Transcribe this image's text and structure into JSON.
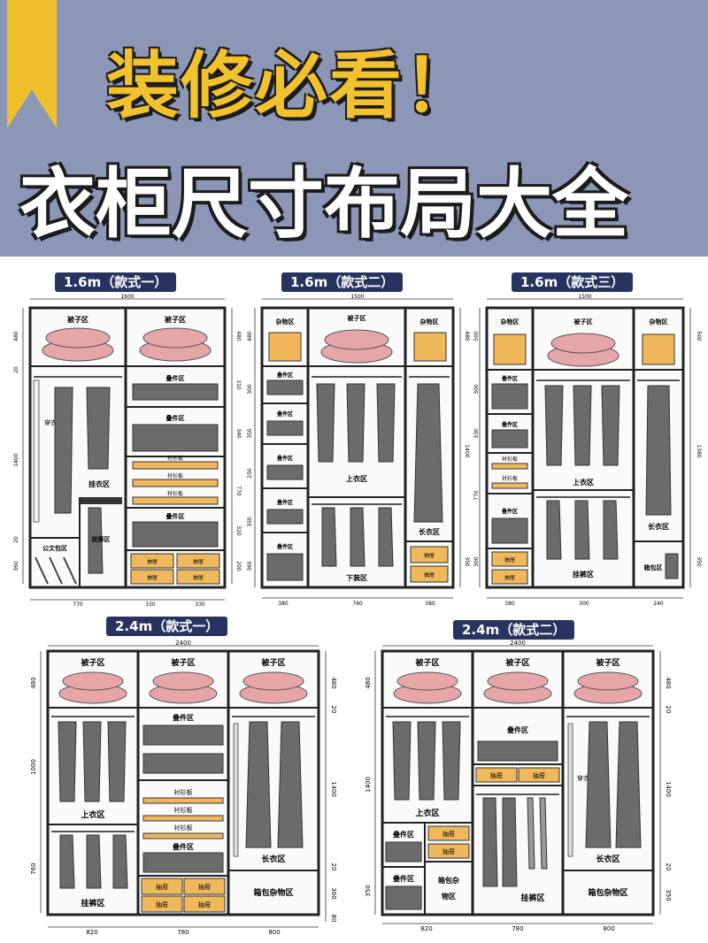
{
  "header": {
    "headline": "装修必看！",
    "subheadline": "衣柜尺寸布局大全",
    "colors": {
      "background": "#8c97b7",
      "accent": "#efc02c"
    }
  },
  "w1": {
    "tag": "1.6m（款式一）",
    "width": "1600",
    "heights": [
      "480",
      "20",
      "1400",
      "20",
      "360"
    ],
    "right_heights": [
      "480",
      "310",
      "340",
      "770",
      "320",
      "200"
    ],
    "bottom": [
      "770",
      "330",
      "330"
    ],
    "quilt_l": "被子区",
    "quilt_r": "被子区",
    "mirror": "穿衣镜",
    "hang": "挂衣区",
    "pants": "挂裤区",
    "bag": "公文包区",
    "fold1": "叠件区",
    "fold2": "叠件区",
    "fold3": "叠件区",
    "shirt1": "衬衫板",
    "shirt2": "衬衫板",
    "shirt3": "衬衫板",
    "drawers": [
      "抽屉",
      "抽屉",
      "抽屉",
      "抽屉"
    ]
  },
  "w2": {
    "tag": "1.6m（款式二）",
    "width": "1500",
    "left_heights": [
      "480",
      "300",
      "350",
      "250",
      "350",
      "360"
    ],
    "right_heights": [
      "480",
      "1400",
      "350"
    ],
    "bottom": [
      "380",
      "760",
      "380"
    ],
    "misc_l": "杂物区",
    "quilt": "被子区",
    "misc_r": "杂物区",
    "fold": [
      "叠件区",
      "叠件区",
      "叠件区",
      "叠件区",
      "叠件区"
    ],
    "top_cloth": "上衣区",
    "bottom_cloth": "下装区",
    "long": "长衣区",
    "drawers": [
      "抽屉",
      "抽屉"
    ]
  },
  "w3": {
    "tag": "1.6m（款式三）",
    "width": "1500",
    "left_heights": [
      "500",
      "300",
      "330",
      "770",
      "300"
    ],
    "right_heights": [
      "500",
      "1380",
      "350"
    ],
    "bottom": [
      "380",
      "300",
      "240"
    ],
    "misc_l": "杂物区",
    "quilt": "被子区",
    "misc_r": "杂物区",
    "fold1": "叠件区",
    "fold2": "叠件区",
    "fold3": "叠件区",
    "shirt1": "衬衫板",
    "shirt2": "衬衫板",
    "top_cloth": "上衣区",
    "pants": "挂裤区",
    "long": "长衣区",
    "bag": "箱包区",
    "drawers": [
      "抽屉",
      "抽屉"
    ]
  },
  "w4": {
    "tag": "2.4m（款式一）",
    "width": "2400",
    "left_heights": [
      "480",
      "1000",
      "760"
    ],
    "right_heights": [
      "480",
      "20",
      "1400",
      "20",
      "360",
      "80"
    ],
    "bottom": [
      "820",
      "780",
      "800"
    ],
    "quilt": [
      "被子区",
      "被子区",
      "被子区"
    ],
    "top_cloth": "上衣区",
    "pants": "挂裤区",
    "fold1": "叠件区",
    "fold2": "叠件区",
    "shirt": [
      "衬衫板",
      "衬衫板",
      "衬衫板"
    ],
    "long": "长衣区",
    "misc": "箱包杂物区",
    "drawers": [
      "抽屉",
      "抽屉",
      "抽屉",
      "抽屉"
    ]
  },
  "w5": {
    "tag": "2.4m（款式二）",
    "width": "2400",
    "left_heights": [
      "480",
      "1400",
      "350"
    ],
    "right_heights": [
      "480",
      "20",
      "1400",
      "20",
      "350"
    ],
    "bottom": [
      "820",
      "780",
      "800"
    ],
    "quilt": [
      "被子区",
      "被子区",
      "被子区"
    ],
    "top_cloth": "上衣区",
    "fold_l1": "叠件区",
    "fold_l2": "叠件区",
    "bag_l1": "箱包杂",
    "bag_l2": "物区",
    "fold_m": "叠件区",
    "pants": "挂裤区",
    "mirror": "穿衣镜",
    "long": "长衣区",
    "misc": "箱包杂物区",
    "drawers": [
      "抽屉",
      "抽屉",
      "抽屉",
      "抽屉"
    ]
  }
}
